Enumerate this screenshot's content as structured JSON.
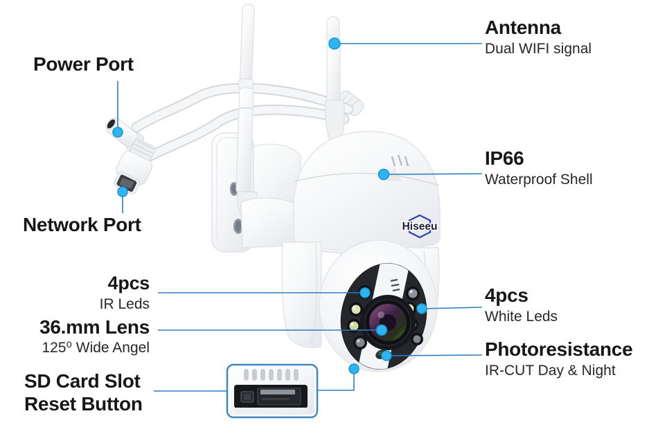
{
  "logo": {
    "text": "Hiseeu"
  },
  "colors": {
    "leader_line": "#2f7dc1",
    "callout_dot": "#2cb5f0",
    "callout_dot_border": "#1593d6",
    "label_text": "#171717",
    "inset_border": "#3f86c4",
    "logo_text": "#1c1c3a",
    "logo_mark": "#2b3fb8"
  },
  "callouts": {
    "antenna": {
      "title": "Antenna",
      "subtitle": "Dual WIFI signal"
    },
    "power_port": {
      "title": "Power Port"
    },
    "network_port": {
      "title": "Network Port"
    },
    "ip66": {
      "title": "IP66",
      "subtitle": "Waterproof Shell"
    },
    "ir_leds": {
      "title": "4pcs",
      "subtitle": "IR Leds"
    },
    "lens": {
      "title": "36.mm Lens",
      "subtitle": "125⁰ Wide Angel"
    },
    "sd_card": {
      "title": "SD Card Slot",
      "subtitle": "Reset Button"
    },
    "white_leds": {
      "title": "4pcs",
      "subtitle": "White Leds"
    },
    "photoresistance": {
      "title": "Photoresistance",
      "subtitle": "IR-CUT Day & Night"
    }
  }
}
